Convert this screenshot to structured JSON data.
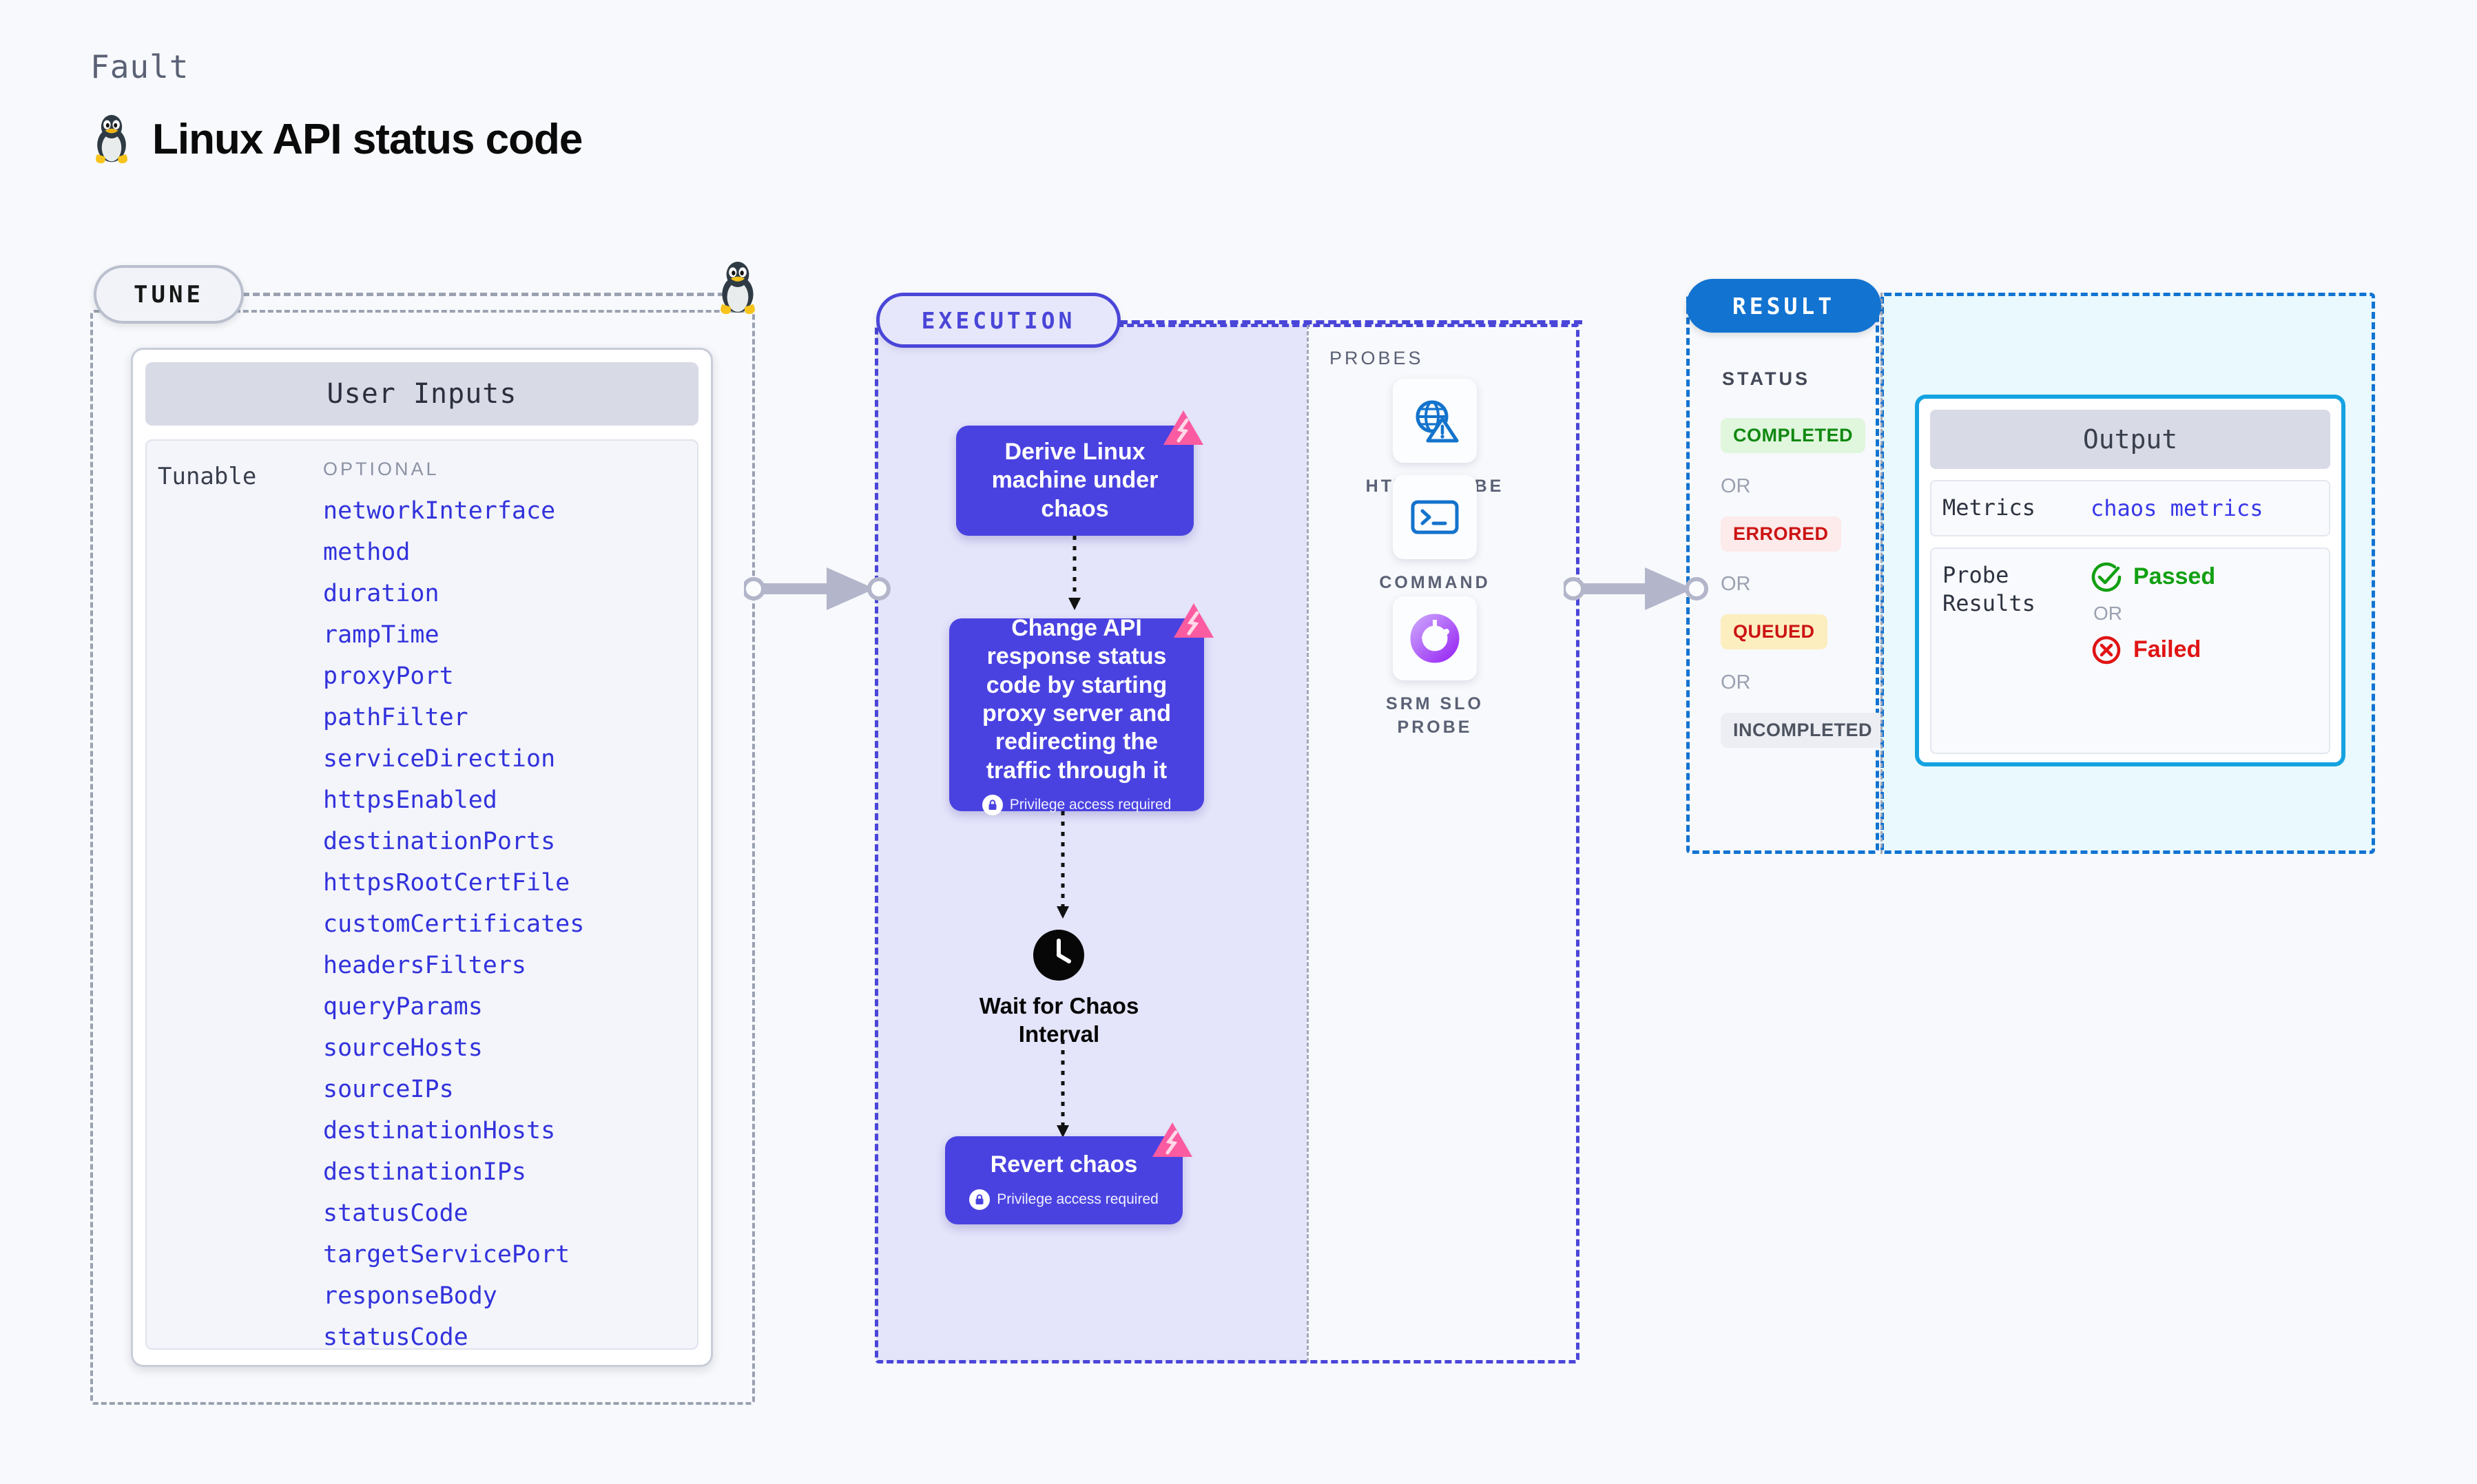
{
  "header": {
    "eyebrow": "Fault",
    "title": "Linux API status code",
    "os_icon": "linux-tux-penguin-icon"
  },
  "tune": {
    "pill_label": "TUNE",
    "card_header": "User Inputs",
    "group_label": "Tunable",
    "optional_label": "OPTIONAL",
    "params": [
      "networkInterface",
      "method",
      "duration",
      "rampTime",
      "proxyPort",
      "pathFilter",
      "serviceDirection",
      "httpsEnabled",
      "destinationPorts",
      "httpsRootCertFile",
      "customCertificates",
      "headersFilters",
      "queryParams",
      "sourceHosts",
      "sourceIPs",
      "destinationHosts",
      "destinationIPs",
      "statusCode",
      "targetServicePort",
      "responseBody",
      "statusCode"
    ]
  },
  "execution": {
    "pill_label": "EXECUTION",
    "nodes": [
      {
        "title": "Derive Linux machine under chaos",
        "privilege": null,
        "badge": "chaos-fault-badge-icon"
      },
      {
        "title": "Change API response status code by starting proxy server and redirecting the traffic through it",
        "privilege": "Privilege access required",
        "badge": "chaos-fault-badge-icon"
      },
      {
        "title": "Revert chaos",
        "privilege": "Privilege access required",
        "badge": "chaos-fault-badge-icon"
      }
    ],
    "wait_step": {
      "icon": "clock-icon",
      "label_line1": "Wait for Chaos",
      "label_line2": "Interval"
    }
  },
  "probes": {
    "title": "PROBES",
    "items": [
      {
        "label": "HTTP PROBE",
        "icon": "globe-warning-icon"
      },
      {
        "label": "COMMAND PROBE",
        "icon": "terminal-icon"
      },
      {
        "label": "SRM SLO PROBE",
        "icon": "slo-donut-check-icon"
      }
    ]
  },
  "result": {
    "pill_label": "RESULT",
    "status_title": "STATUS",
    "or_label": "OR",
    "statuses": [
      {
        "label": "COMPLETED",
        "bg": "#e0f6dd",
        "fg": "#118811"
      },
      {
        "label": "ERRORED",
        "bg": "#fdeaea",
        "fg": "#cc1414"
      },
      {
        "label": "QUEUED",
        "bg": "#fdeec0",
        "fg": "#cc1414"
      },
      {
        "label": "INCOMPLETED",
        "bg": "#eceef4",
        "fg": "#4e5360"
      }
    ]
  },
  "output": {
    "card_header": "Output",
    "metrics_key": "Metrics",
    "metrics_value": "chaos metrics",
    "probe_key": "Probe Results",
    "probe_pass": "Passed",
    "probe_fail": "Failed",
    "or_label": "OR",
    "pass_icon": "check-circle-icon",
    "fail_icon": "x-circle-icon"
  },
  "connectors": {
    "tune_to_execution": "arrow-right",
    "probes_to_result": "arrow-right"
  },
  "colors": {
    "background": "#f7f9fc",
    "execution_accent": "#4a46d8",
    "execution_fill": "#e4e4fa",
    "node_fill": "#4a42e0",
    "result_accent": "#1273d1",
    "output_fill": "#e9f9fe",
    "output_border": "#14a3e0",
    "param_link": "#3232dc",
    "badge_pink": "#fb5ba0"
  }
}
